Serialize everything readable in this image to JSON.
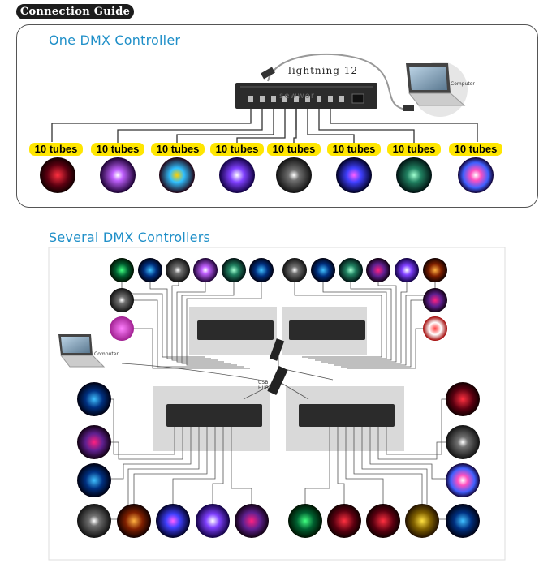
{
  "header": {
    "guide_label": "Connection Guide"
  },
  "one_controller": {
    "title": "One DMX Controller",
    "controller_label": "lightning 12",
    "computer_label": "Computer",
    "watermark": "sewwor",
    "tube_labels": [
      "10 tubes",
      "10 tubes",
      "10 tubes",
      "10 tubes",
      "10 tubes",
      "10 tubes",
      "10 tubes",
      "10 tubes"
    ]
  },
  "several_controllers": {
    "title": "Several DMX Controllers",
    "computer_label": "Computer",
    "usb_hub_label": "USB HUB"
  },
  "colors": {
    "title_blue": "#1f8fc8",
    "tube_label_yellow": "#ffe600",
    "controller_body": "#2b2b2b",
    "panel_border": "#555555"
  }
}
